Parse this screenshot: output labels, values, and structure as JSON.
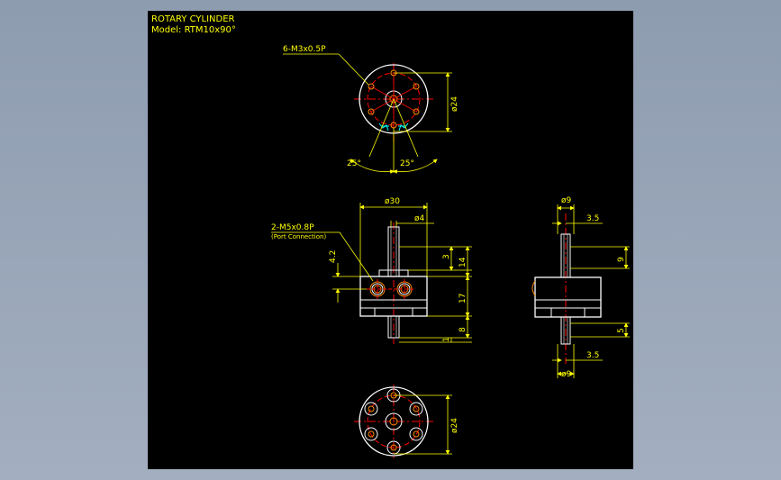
{
  "title": {
    "line1": "ROTARY CYLINDER",
    "line2": "Model: RTM10x90°"
  },
  "annotations": {
    "holes": "6-M3x0.5P",
    "ports": "2-M5x0.8P",
    "port_note": "(Port Connection)"
  },
  "dimensions": {
    "top_dia": "ø24",
    "angle_left": "25°",
    "angle_right": "25°",
    "body_dia": "ø30",
    "shaft_dia": "ø4",
    "d_4_2": "4.2",
    "d_3": "3",
    "d_14": "14",
    "d_17": "17",
    "d_8": "8",
    "d_1": "1",
    "side_dia_top": "ø9",
    "side_3_5_top": "3.5",
    "side_9": "9",
    "side_5": "5",
    "side_3_5_bottom": "3.5",
    "side_dia_bottom": "ø9",
    "bottom_dia": "ø24"
  },
  "colors": {
    "background": "#000000",
    "frame": "#8e9cb0",
    "outline": "#ffffff",
    "dimension": "#ffff00",
    "centerline": "#ff0000",
    "hidden": "#00ffff",
    "hole": "#ff8c00"
  }
}
